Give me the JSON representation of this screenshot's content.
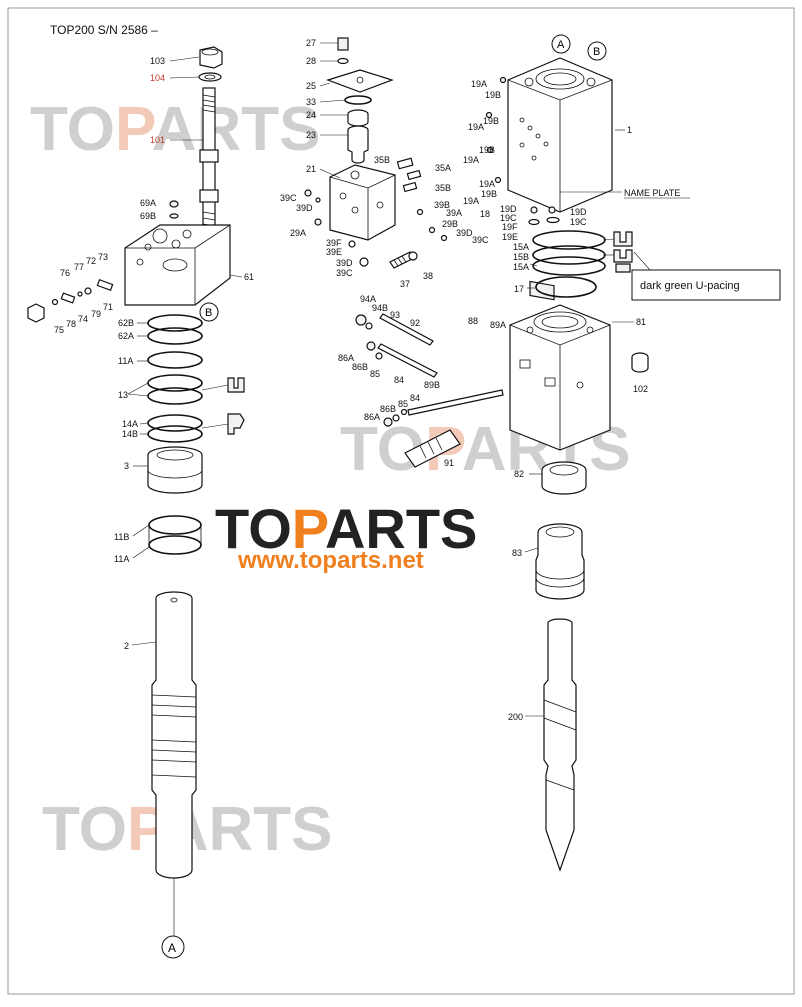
{
  "title": "TOP200 S/N 2586 –",
  "watermark": {
    "prefix": "TO",
    "p_letter": "P",
    "suffix": "ARTS"
  },
  "logo": {
    "prefix": "TO",
    "p_letter": "P",
    "suffix": "ARTS",
    "url": "www.toparts.net"
  },
  "annotations": {
    "name_plate": "NAME PLATE",
    "callout": "dark green U-pacing"
  },
  "ref_markers": [
    "A",
    "B"
  ],
  "labels": {
    "l103": "103",
    "l104": "104",
    "l101": "101",
    "l69A": "69A",
    "l69B": "69B",
    "l61": "61",
    "l73": "73",
    "l72": "72",
    "l77": "77",
    "l76": "76",
    "l71": "71",
    "l79": "79",
    "l74": "74",
    "l78": "78",
    "l75": "75",
    "l62B": "62B",
    "l62A": "62A",
    "l11A_top": "11A",
    "l13": "13",
    "l14A": "14A",
    "l14B": "14B",
    "l3": "3",
    "l11B": "11B",
    "l11A_low": "11A",
    "l2": "2",
    "l27": "27",
    "l28": "28",
    "l25": "25",
    "l33": "33",
    "l24": "24",
    "l23": "23",
    "l21": "21",
    "l35B_a": "35B",
    "l35A": "35A",
    "l35B_b": "35B",
    "l39C_a": "39C",
    "l39D_a": "39D",
    "l39B": "39B",
    "l39A": "39A",
    "l29A": "29A",
    "l29B": "29B",
    "l39D_b": "39D",
    "l39C_b": "39C",
    "l39F": "39F",
    "l39E": "39E",
    "l39D_c": "39D",
    "l39C_c": "39C",
    "l37": "37",
    "l38": "38",
    "l19A_1": "19A",
    "l19B_1": "19B",
    "l19A_2": "19A",
    "l19B_2": "19B",
    "l19A_3": "19A",
    "l19B_3": "19B",
    "l19A_4": "19A",
    "l19B_4": "19B",
    "l19A_5": "19A",
    "l18": "18",
    "l19D_a": "19D",
    "l19C_a": "19C",
    "l19F": "19F",
    "l19E": "19E",
    "l19D_b": "19D",
    "l19C_b": "19C",
    "l1": "1",
    "l15A_a": "15A",
    "l15B": "15B",
    "l15A_b": "15A",
    "l17": "17",
    "l94A": "94A",
    "l94B": "94B",
    "l93": "93",
    "l92": "92",
    "l88": "88",
    "l89A": "89A",
    "l81": "81",
    "l86A_a": "86A",
    "l86B_a": "86B",
    "l85_a": "85",
    "l84_a": "84",
    "l89B": "89B",
    "l84_b": "84",
    "l86B_b": "86B",
    "l85_b": "85",
    "l86A_b": "86A",
    "l91": "91",
    "l102": "102",
    "l82": "82",
    "l83": "83",
    "l200": "200"
  }
}
